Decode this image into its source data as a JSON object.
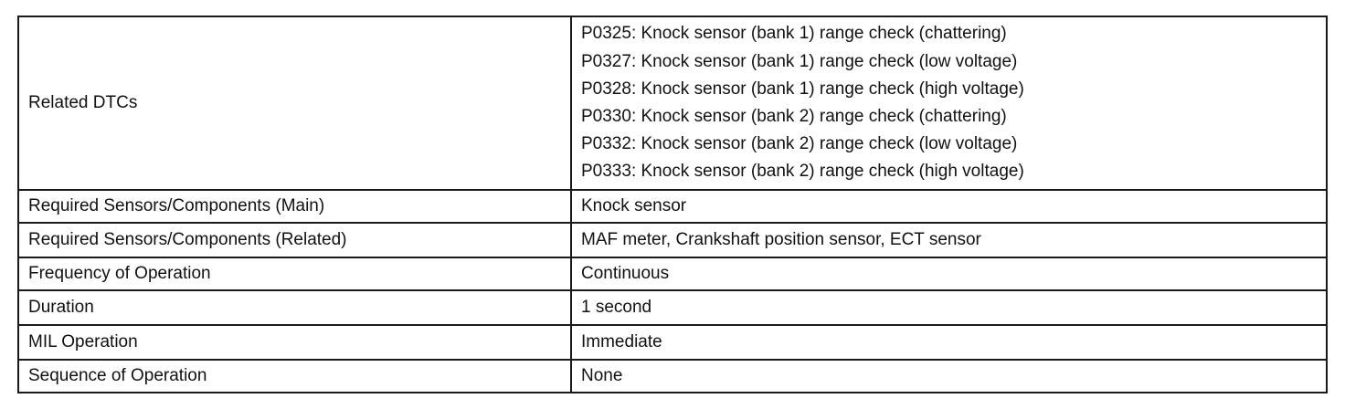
{
  "rows": [
    {
      "label": "Related DTCs",
      "values": [
        "P0325: Knock sensor (bank 1) range check (chattering)",
        "P0327: Knock sensor (bank 1) range check (low voltage)",
        "P0328: Knock sensor (bank 1) range check (high voltage)",
        "P0330: Knock sensor (bank 2) range check (chattering)",
        "P0332: Knock sensor (bank 2) range check (low voltage)",
        "P0333: Knock sensor (bank 2) range check (high voltage)"
      ]
    },
    {
      "label": "Required Sensors/Components (Main)",
      "value": "Knock sensor"
    },
    {
      "label": "Required Sensors/Components (Related)",
      "value": "MAF meter, Crankshaft position sensor, ECT sensor"
    },
    {
      "label": "Frequency of Operation",
      "value": "Continuous"
    },
    {
      "label": "Duration",
      "value": "1 second"
    },
    {
      "label": "MIL Operation",
      "value": "Immediate"
    },
    {
      "label": "Sequence of Operation",
      "value": "None"
    }
  ]
}
